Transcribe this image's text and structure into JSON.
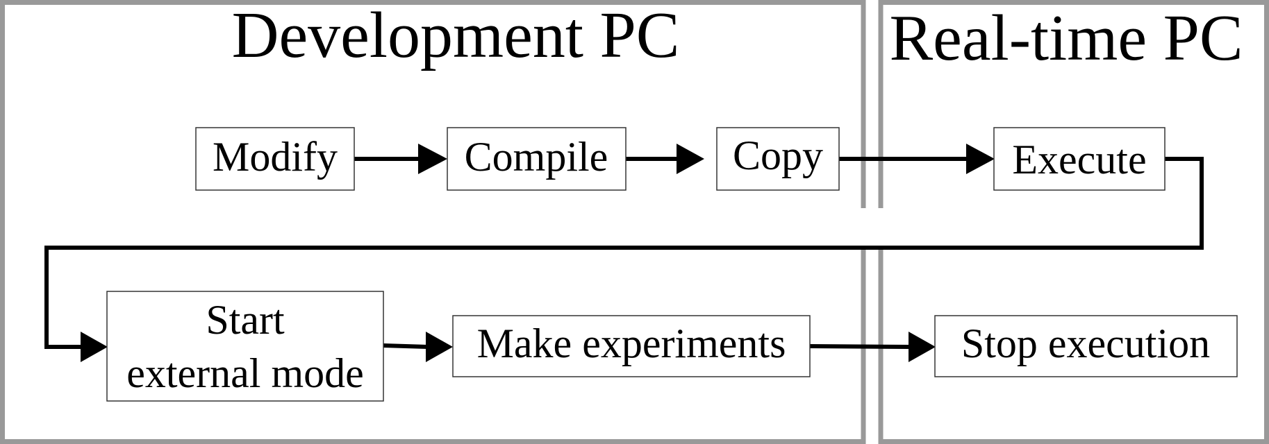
{
  "panels": {
    "development": {
      "title": "Development PC"
    },
    "realtime": {
      "title": "Real-time PC"
    }
  },
  "nodes": {
    "modify": {
      "label": "Modify"
    },
    "compile": {
      "label": "Compile"
    },
    "copy": {
      "label": "Copy"
    },
    "execute": {
      "label": "Execute"
    },
    "start_external": {
      "label_line1": "Start",
      "label_line2": "external mode"
    },
    "experiments": {
      "label": "Make experiments"
    },
    "stop": {
      "label": "Stop execution"
    }
  },
  "colors": {
    "panel_border": "#999999",
    "arrow": "#000000",
    "box_border": "#333333"
  }
}
